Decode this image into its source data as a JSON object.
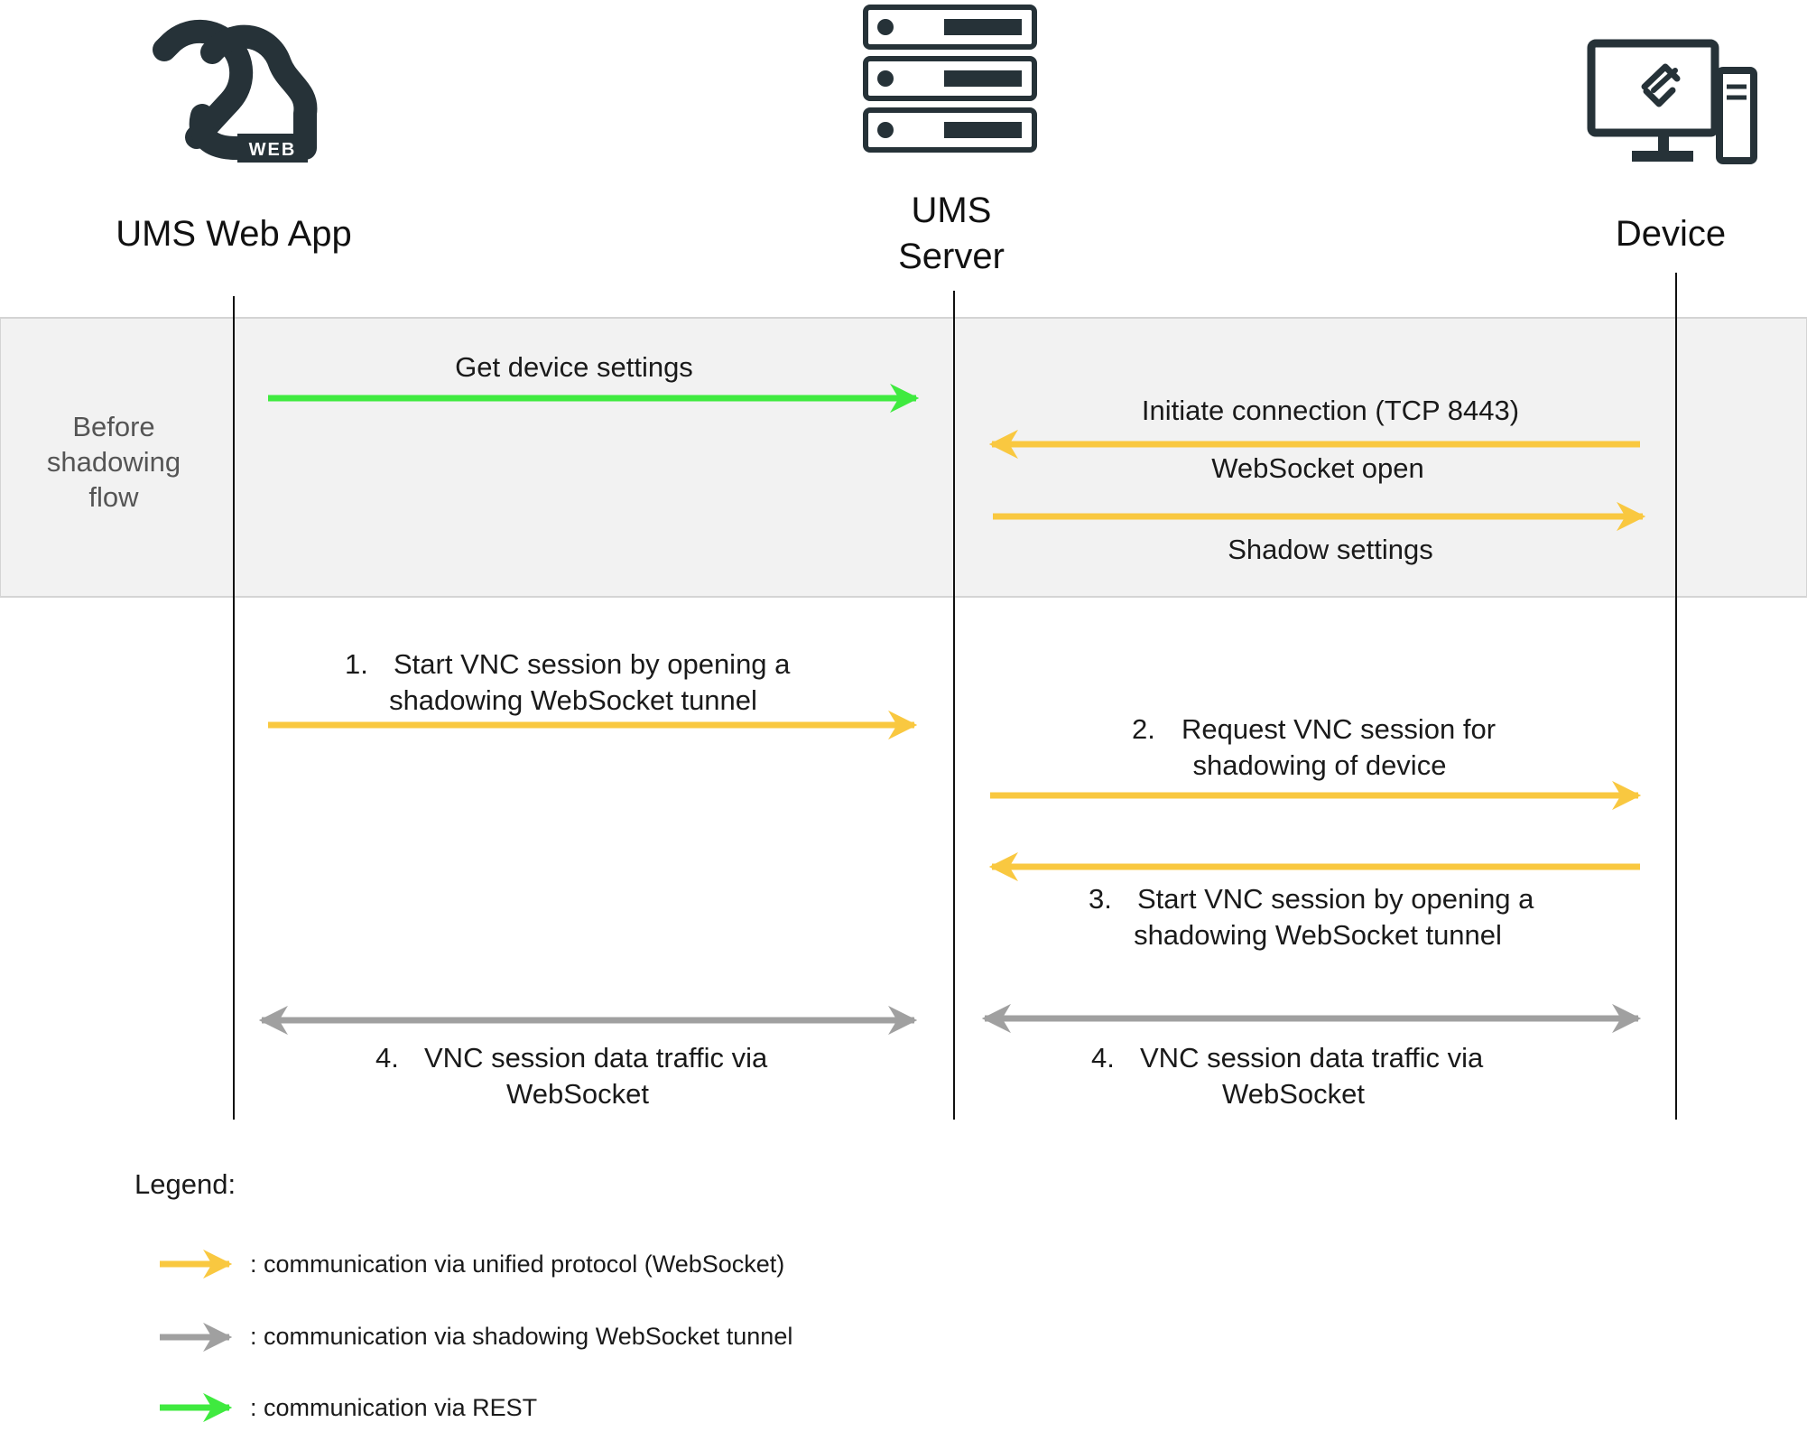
{
  "actors": {
    "web_app": {
      "label": "UMS Web App",
      "badge": "WEB"
    },
    "server": {
      "label_line1": "UMS",
      "label_line2": "Server"
    },
    "device": {
      "label": "Device"
    }
  },
  "zone": {
    "label_lines": [
      "Before",
      "shadowing",
      "flow"
    ]
  },
  "messages": {
    "get_settings": "Get device settings",
    "initiate": "Initiate connection (TCP 8443)",
    "ws_open": "WebSocket open",
    "shadow_settings": "Shadow settings",
    "step1": {
      "num": "1.",
      "line1": "Start VNC session by opening a",
      "line2": "shadowing WebSocket tunnel"
    },
    "step2": {
      "num": "2.",
      "line1": "Request VNC session for",
      "line2": "shadowing of device"
    },
    "step3": {
      "num": "3.",
      "line1": "Start VNC session by opening a",
      "line2": "shadowing WebSocket tunnel"
    },
    "step4_left": {
      "num": "4.",
      "line1": "VNC session data traffic via",
      "line2": "WebSocket"
    },
    "step4_right": {
      "num": "4.",
      "line1": "VNC session data traffic via",
      "line2": "WebSocket"
    }
  },
  "legend": {
    "title": "Legend:",
    "items": [
      {
        "text": ": communication via unified protocol (WebSocket)",
        "color": "#F9C840"
      },
      {
        "text": ": communication via shadowing WebSocket tunnel",
        "color": "#A0A0A0"
      },
      {
        "text": ": communication via REST",
        "color": "#3FEA3F"
      }
    ]
  },
  "colors": {
    "yellow": "#F9C840",
    "gray": "#A0A0A0",
    "green": "#3FEA3F",
    "icon": "#263238",
    "zone_fill": "#F2F2F2"
  }
}
